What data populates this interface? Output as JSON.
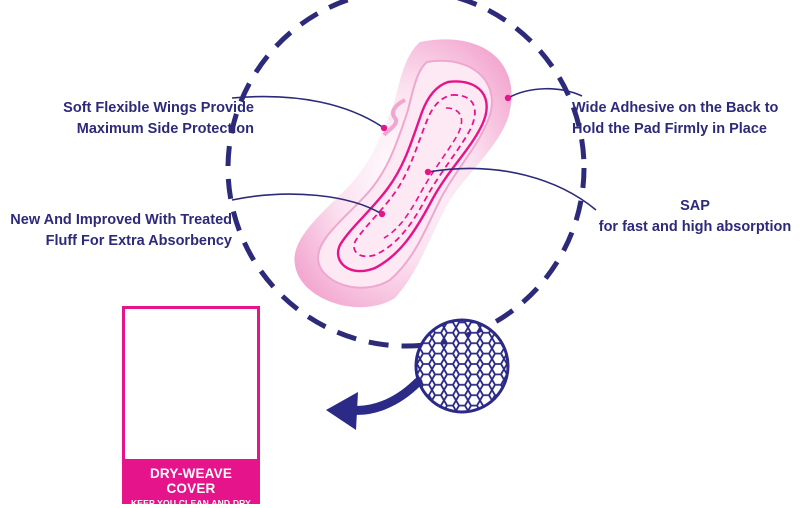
{
  "callouts": {
    "wings": [
      "Soft Flexible Wings Provide",
      "Maximum Side Protection"
    ],
    "fluff": [
      "New And Improved With Treated",
      "Fluff For Extra Absorbency"
    ],
    "adhesive": [
      "Wide Adhesive on the Back to",
      "Hold the Pad Firmly in Place"
    ],
    "sap": [
      "SAP",
      "for fast and high absorption"
    ]
  },
  "cover": {
    "title": "DRY-WEAVE COVER",
    "subtitle": "KEEP YOU CLEAN AND DRY"
  },
  "colors": {
    "navy": "#2d2a7a",
    "magenta": "#e5148b",
    "pad_pink": "#f7c6e0",
    "background": "#ffffff"
  },
  "icons": [
    "pad-illustration",
    "honeycomb-magnifier",
    "curved-arrow"
  ]
}
